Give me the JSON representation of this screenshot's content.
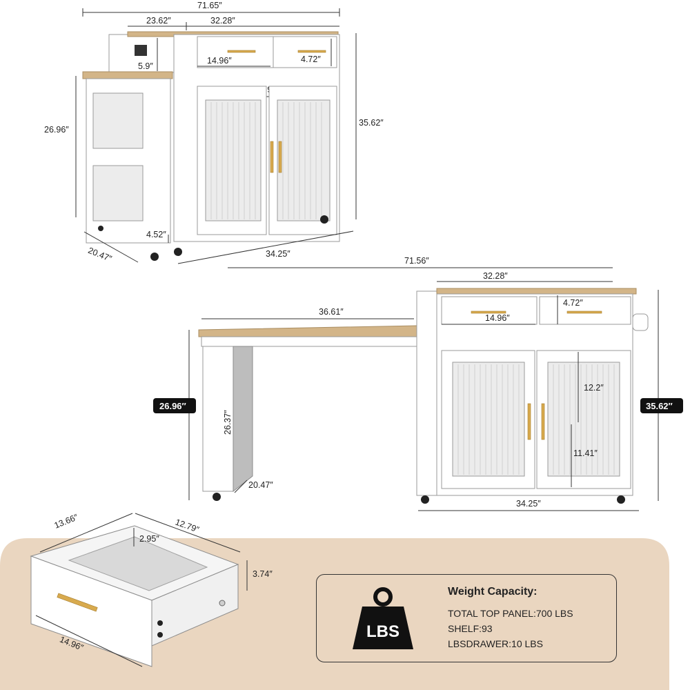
{
  "top_view": {
    "total_width": "71.65″",
    "top_left_width": "23.62″",
    "top_right_width": "32.28″",
    "socket_height": "5.9″",
    "drawer_width": "14.96″",
    "drawer_height": "4.72″",
    "cabinet_width_label": "14.96″",
    "side_height": "26.96″",
    "full_height": "35.62″",
    "leg_depth": "4.52″",
    "depth": "20.47″",
    "base_width": "34.25″"
  },
  "extended_view": {
    "total_width": "71.56″",
    "top_width": "32.28″",
    "table_width": "36.61″",
    "drawer_height": "4.72″",
    "drawer_width": "14.96″",
    "shelf_upper": "12.2″",
    "shelf_lower": "11.41″",
    "table_height": "26.96″",
    "leg_height": "26.37″",
    "leg_depth": "20.47″",
    "cabinet_height": "35.62″",
    "base_width": "34.25″"
  },
  "drawer_view": {
    "depth": "13.66″",
    "inner_depth": "12.79″",
    "inner_height": "2.95″",
    "height": "3.74″",
    "width": "14.96″"
  },
  "weight_capacity": {
    "title": "Weight Capacity:",
    "line1": "TOTAL TOP PANEL:700 LBS",
    "line2": "SHELF:93",
    "line3": "LBSDRAWER:10 LBS",
    "icon_label": "LBS"
  },
  "colors": {
    "beige_band": "#ead6c0",
    "wood": "#d3b588",
    "gold": "#d8aa4e",
    "cabinet": "#ffffff"
  }
}
